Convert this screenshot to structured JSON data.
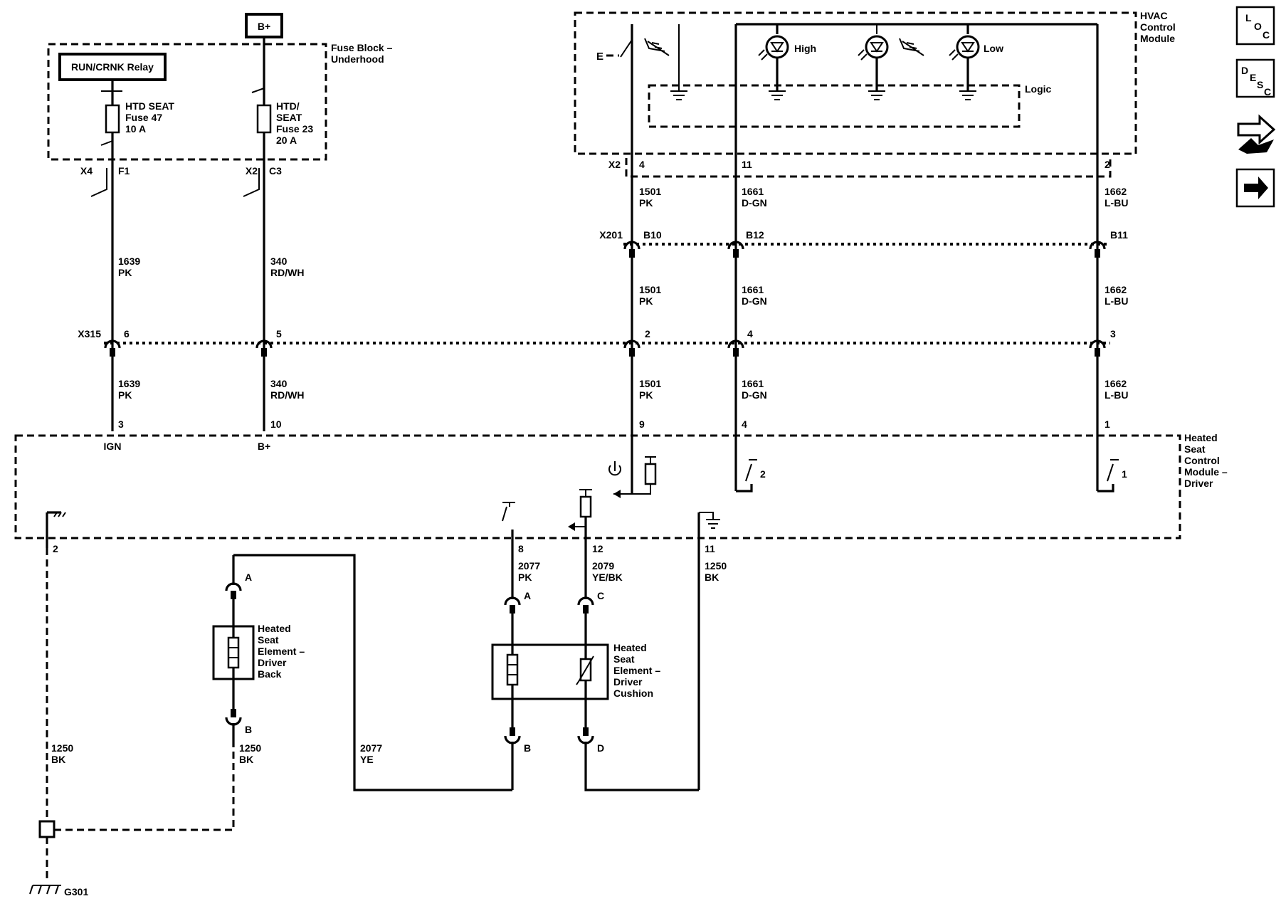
{
  "header": {
    "b_plus": "B+",
    "fuse_block": "Fuse Block –",
    "fuse_block_2": "Underhood",
    "relay": "RUN/CRNK Relay"
  },
  "fuses": [
    {
      "name1": "HTD SEAT",
      "name2": "Fuse 47",
      "name3": "10 A",
      "conn": "X4",
      "pin": "F1"
    },
    {
      "name1": "HTD/",
      "name2": "SEAT",
      "name3": "Fuse 23",
      "name4": "20 A",
      "conn": "X2",
      "pin": "C3"
    }
  ],
  "hvac": {
    "title1": "HVAC",
    "title2": "Control",
    "title3": "Module",
    "logic": "Logic",
    "high": "High",
    "low": "Low",
    "conn": "X2",
    "pins": [
      "4",
      "11",
      "2"
    ]
  },
  "x201": {
    "conn": "X201",
    "pins": [
      "B10",
      "B12",
      "B11"
    ]
  },
  "x315": {
    "conn": "X315",
    "pins": [
      "6",
      "5",
      "2",
      "4",
      "3"
    ]
  },
  "wires": {
    "w1639": {
      "num": "1639",
      "color": "PK"
    },
    "w340": {
      "num": "340",
      "color": "RD/WH"
    },
    "w1501": {
      "num": "1501",
      "color": "PK"
    },
    "w1661": {
      "num": "1661",
      "color": "D-GN"
    },
    "w1662": {
      "num": "1662",
      "color": "L-BU"
    },
    "w2077a": {
      "num": "2077",
      "color": "PK"
    },
    "w2079": {
      "num": "2079",
      "color": "YE/BK"
    },
    "w1250": {
      "num": "1250",
      "color": "BK"
    },
    "w2077b": {
      "num": "2077",
      "color": "YE"
    }
  },
  "hscm": {
    "title1": "Heated",
    "title2": "Seat",
    "title3": "Control",
    "title4": "Module –",
    "title5": "Driver",
    "pin_ign": "3",
    "lbl_ign": "IGN",
    "pin_bplus": "10",
    "lbl_bplus": "B+",
    "pin_9": "9",
    "pin_4": "4",
    "pin_1": "1",
    "pin_2": "2",
    "pin_8": "8",
    "pin_12": "12",
    "pin_11": "11",
    "sw2": "2",
    "sw1": "1"
  },
  "back_element": {
    "title1": "Heated",
    "title2": "Seat",
    "title3": "Element –",
    "title4": "Driver",
    "title5": "Back",
    "pin_a": "A",
    "pin_b": "B"
  },
  "cushion_element": {
    "title1": "Heated",
    "title2": "Seat",
    "title3": "Element –",
    "title4": "Driver",
    "title5": "Cushion",
    "pin_a": "A",
    "pin_b": "B",
    "pin_c": "C",
    "pin_d": "D"
  },
  "ground": {
    "label": "G301"
  },
  "nav": {
    "loc_l": "L",
    "loc_o": "O",
    "loc_c": "C",
    "desc_d": "D",
    "desc_e": "E",
    "desc_s": "S",
    "desc_c": "C"
  }
}
